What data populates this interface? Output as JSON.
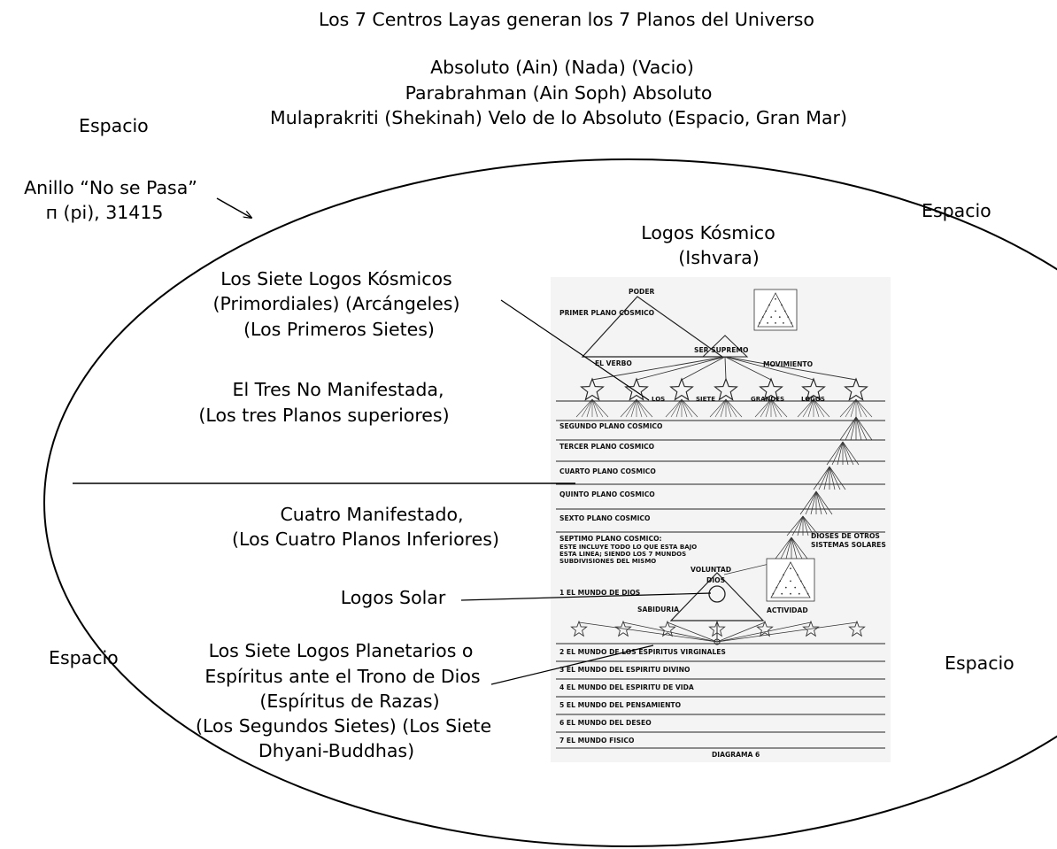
{
  "header": {
    "title": "Los 7 Centros Layas generan los 7 Planos del Universo",
    "line1": "Absoluto (Ain) (Nada) (Vacio)",
    "line2": "Parabrahman (Ain Soph) Absoluto",
    "line3": "Mulaprakriti (Shekinah) Velo de lo Absoluto (Espacio, Gran Mar)"
  },
  "space": {
    "top_left": "Espacio",
    "top_right": "Espacio",
    "bottom_left": "Espacio",
    "bottom_right": "Espacio"
  },
  "ring": {
    "line1": "Anillo “No se Pasa”",
    "line2": "п (pi), 31415"
  },
  "cosmic_logos": {
    "line1": "Logos Kósmico",
    "line2": "(Ishvara)"
  },
  "left_labels": {
    "seven_logos": [
      "Los Siete Logos Kósmicos",
      "(Primordiales) (Arcángeles)",
      "(Los Primeros Sietes)"
    ],
    "three_unmanifest": [
      "El Tres No Manifestada,",
      "(Los tres Planos superiores)"
    ],
    "four_manifest": [
      "Cuatro Manifestado,",
      "(Los Cuatro Planos Inferiores)"
    ],
    "solar_logos": "Logos Solar",
    "planetary_logos": [
      "Los Siete Logos Planetarios o",
      "Espíritus ante el Trono de Dios",
      "(Espíritus de Razas)",
      "(Los Segundos Sietes) (Los Siete",
      "Dhyani-Buddhas)"
    ]
  },
  "inner_diagram": {
    "poder": "PODER",
    "first_plane": "PRIMER PLANO COSMICO",
    "el_verbo": "EL VERBO",
    "ser_supremo": "SER SUPREMO",
    "movimiento": "MOVIMIENTO",
    "los": "LOS",
    "siete": "SIETE",
    "grandes": "GRANDES",
    "logos": "LOGOS",
    "planes": [
      "SEGUNDO PLANO COSMICO",
      "TERCER PLANO COSMICO",
      "CUARTO PLANO COSMICO",
      "QUINTO PLANO COSMICO",
      "SEXTO PLANO COSMICO"
    ],
    "seventh": "SEPTIMO PLANO COSMICO:",
    "seventh_note": [
      "ESTE INCLUYE TODO LO QUE ESTA BAJO",
      "ESTA LINEA; SIENDO LOS 7 MUNDOS",
      "SUBDIVISIONES DEL MISMO"
    ],
    "dioses": [
      "DIOSES DE OTROS",
      "SISTEMAS SOLARES"
    ],
    "voluntad": "VOLUNTAD",
    "dios": "DIOS",
    "sabiduria": "SABIDURIA",
    "actividad": "ACTIVIDAD",
    "worlds": [
      "1  EL MUNDO DE DIOS",
      "2  EL MUNDO DE LOS ESPIRITUS VIRGINALES",
      "3  EL MUNDO DEL ESPIRITU DIVINO",
      "4  EL MUNDO DEL ESPIRITU DE VIDA",
      "5  EL MUNDO DEL PENSAMIENTO",
      "6  EL MUNDO DEL DESEO",
      "7  EL MUNDO FISICO"
    ],
    "caption": "DIAGRAMA 6"
  }
}
